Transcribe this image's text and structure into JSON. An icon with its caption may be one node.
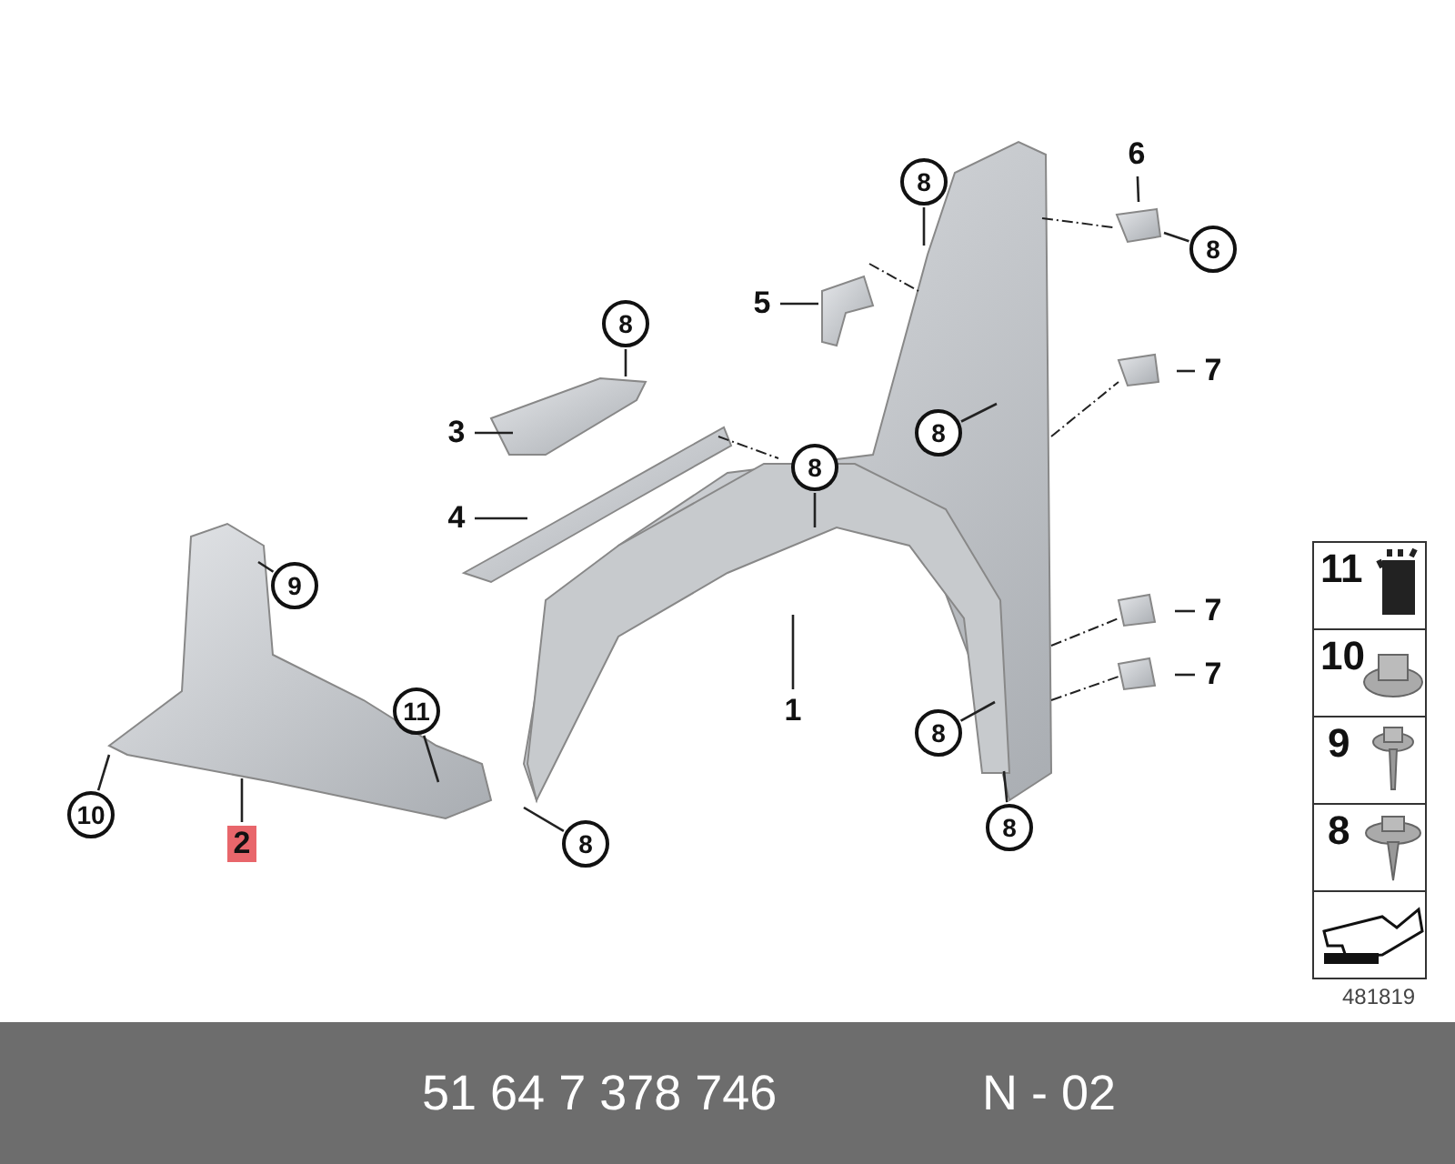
{
  "diagram": {
    "nodes": [
      {
        "text": [
          "6"
        ]
      },
      {
        "text": [
          "8"
        ]
      },
      {
        "text": [
          "8"
        ]
      },
      {
        "text": [
          "5"
        ]
      },
      {
        "text": [
          "8"
        ]
      },
      {
        "text": [
          "7"
        ]
      },
      {
        "text": [
          "3"
        ]
      },
      {
        "text": [
          "8"
        ]
      },
      {
        "text": [
          "8"
        ]
      },
      {
        "text": [
          "4"
        ]
      },
      {
        "text": [
          "9"
        ]
      },
      {
        "text": [
          "7"
        ]
      },
      {
        "text": [
          "1"
        ]
      },
      {
        "text": [
          "7"
        ]
      },
      {
        "text": [
          "11"
        ]
      },
      {
        "text": [
          "8"
        ]
      },
      {
        "text": [
          "10"
        ]
      },
      {
        "text": [
          "8"
        ]
      },
      {
        "text": [
          "2"
        ]
      },
      {
        "text": [
          "8"
        ]
      }
    ],
    "edges": [
      {
        "from": 0,
        "to": null,
        "arrow": "none"
      },
      {
        "from": 1,
        "to": null,
        "arrow": "none"
      },
      {
        "from": 2,
        "to": null,
        "arrow": "none"
      },
      {
        "from": 3,
        "to": null,
        "arrow": "none"
      },
      {
        "from": 4,
        "to": null,
        "arrow": "none"
      },
      {
        "from": 5,
        "to": null,
        "arrow": "none"
      },
      {
        "from": 6,
        "to": null,
        "arrow": "none"
      },
      {
        "from": 7,
        "to": null,
        "arrow": "none"
      },
      {
        "from": 8,
        "to": null,
        "arrow": "none"
      },
      {
        "from": 9,
        "to": null,
        "arrow": "none"
      },
      {
        "from": 10,
        "to": null,
        "arrow": "none"
      },
      {
        "from": 11,
        "to": null,
        "arrow": "none"
      },
      {
        "from": 12,
        "to": null,
        "arrow": "none"
      },
      {
        "from": 13,
        "to": null,
        "arrow": "none"
      },
      {
        "from": 14,
        "to": null,
        "arrow": "none"
      },
      {
        "from": 15,
        "to": null,
        "arrow": "none"
      },
      {
        "from": 16,
        "to": null,
        "arrow": "none"
      },
      {
        "from": 17,
        "to": null,
        "arrow": "none"
      },
      {
        "from": 18,
        "to": null,
        "arrow": "none"
      },
      {
        "from": 19,
        "to": null,
        "arrow": "none"
      }
    ],
    "labels": [
      "11",
      "10",
      "9",
      "8",
      "481819",
      "51 64 7 378 746",
      "N - 02"
    ]
  }
}
